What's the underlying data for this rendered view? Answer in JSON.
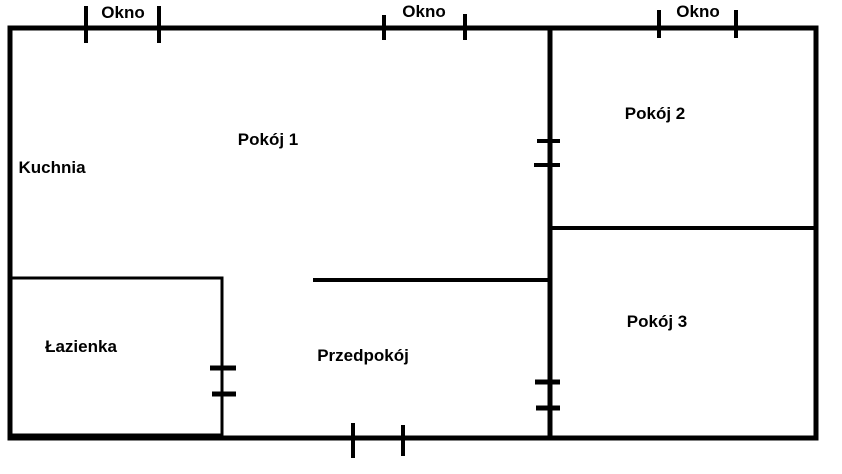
{
  "windows": [
    "Okno",
    "Okno",
    "Okno"
  ],
  "rooms": {
    "kitchen": "Kuchnia",
    "room1": "Pokój 1",
    "room2": "Pokój 2",
    "room3": "Pokój 3",
    "bathroom": "Łazienka",
    "hallway": "Przedpokój"
  },
  "colors": {
    "wall": "#000000",
    "background": "#ffffff"
  }
}
